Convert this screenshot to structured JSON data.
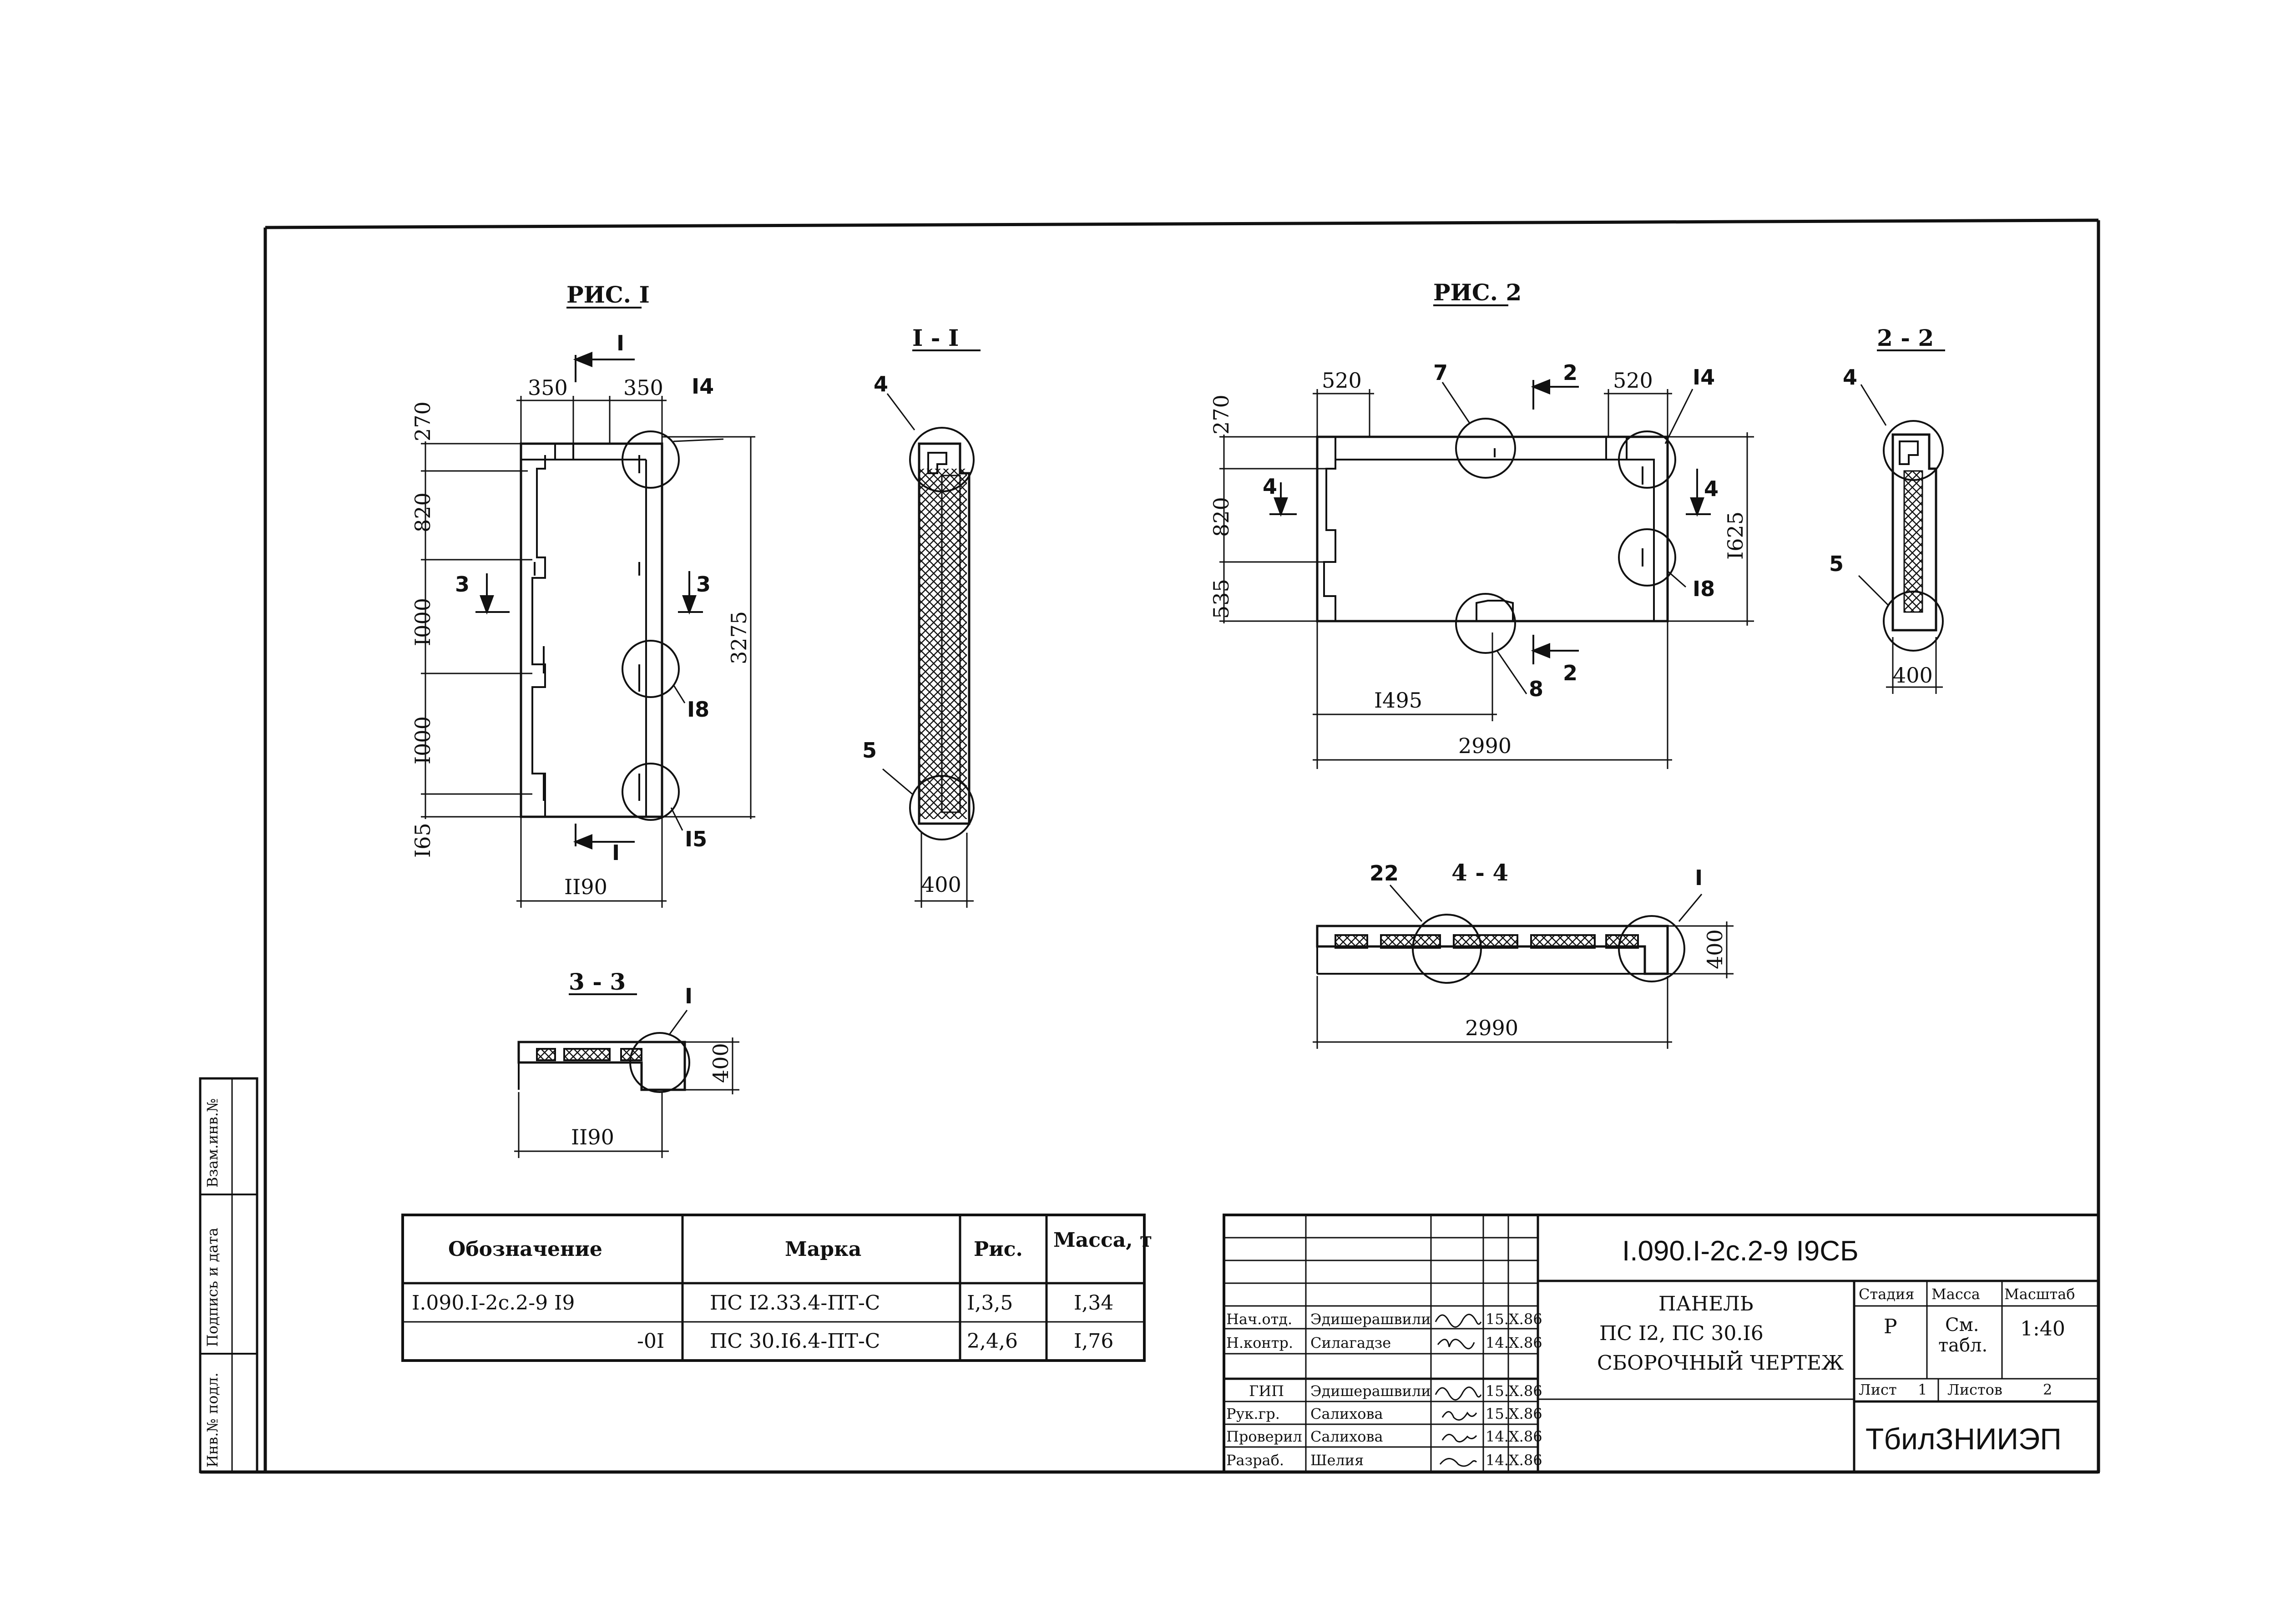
{
  "figures": {
    "fig1_title": "РИС. I",
    "fig2_title": "РИС. 2",
    "sec_1_1": "I - I",
    "sec_2_2": "2 - 2",
    "sec_3_3": "3 - 3",
    "sec_4_4": "4 - 4"
  },
  "fig1": {
    "dim_top_left": "350",
    "dim_top_right": "350",
    "dim_270": "270",
    "dim_820": "820",
    "dim_1000a": "I000",
    "dim_1000b": "I000",
    "dim_165": "I65",
    "dim_3275": "3275",
    "dim_1190": "II90",
    "section_mark_top": "I",
    "section_mark_bottom": "I",
    "cut_left": "3",
    "cut_right": "3",
    "node_14": "I4",
    "node_18": "I8",
    "node_15": "I5"
  },
  "sec11": {
    "node_4": "4",
    "node_5": "5",
    "dim_400": "400"
  },
  "sec33": {
    "node_1": "I",
    "dim_400": "400",
    "dim_1190": "II90"
  },
  "fig2": {
    "dim_520_left": "520",
    "dim_520_right": "520",
    "dim_270": "270",
    "dim_820": "820",
    "dim_535": "535",
    "dim_1625": "I625",
    "dim_1495": "I495",
    "dim_2990": "2990",
    "node_7": "7",
    "node_8": "8",
    "node_14": "I4",
    "node_18": "I8",
    "cut_2_top": "2",
    "cut_2_bottom": "2",
    "cut_4_left": "4",
    "cut_4_right": "4"
  },
  "sec22": {
    "node_4": "4",
    "node_5": "5",
    "dim_400": "400"
  },
  "sec44": {
    "node_22": "22",
    "node_1": "I",
    "dim_400": "400",
    "dim_2990": "2990"
  },
  "spec_table": {
    "headers": [
      "Обозначение",
      "Марка",
      "Рис.",
      "Масса, т"
    ],
    "rows": [
      [
        "I.090.I-2c.2-9 I9",
        "ПС I2.33.4-ПТ-С",
        "I,3,5",
        "I,34"
      ],
      [
        "-0I",
        "ПС 30.I6.4-ПТ-С",
        "2,4,6",
        "I,76"
      ]
    ]
  },
  "side_stamp": [
    "Инв.№ подл.",
    "Подпись и дата",
    "Взам.инв.№"
  ],
  "title_block": {
    "code": "I.090.I-2c.2-9  I9СБ",
    "name_line1": "ПАНЕЛЬ",
    "name_line2": "ПС I2, ПС 30.I6",
    "name_line3": "СБОРОЧНЫЙ ЧЕРТЕЖ",
    "stage_h": "Стадия",
    "mass_h": "Масса",
    "scale_h": "Масштаб",
    "stage": "Р",
    "mass_line1": "См.",
    "mass_line2": "табл.",
    "scale": "1:40",
    "sheet_label": "Лист",
    "sheet_value": "1",
    "sheets_label": "Листов",
    "sheets_value": "2",
    "org": "ТбилЗНИИЭП",
    "people": [
      [
        "Нач.отд.",
        "Эдишерашвили",
        "15.Х.86"
      ],
      [
        "Н.контр.",
        "Силагадзе",
        "14.Х.86"
      ],
      [
        "ГИП",
        "Эдишерашвили",
        "15.Х.86"
      ],
      [
        "Рук.гр.",
        "Салихова",
        "15.Х.86"
      ],
      [
        "Проверил",
        "Салихова",
        "14.Х.86"
      ],
      [
        "Разраб.",
        "Шелия",
        "14.Х.86"
      ]
    ]
  }
}
